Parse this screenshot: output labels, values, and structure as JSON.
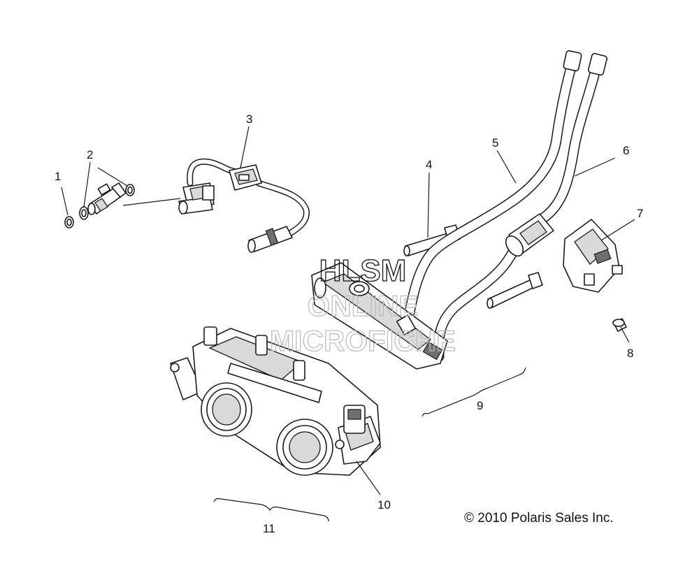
{
  "watermark": {
    "line1": "HLSM",
    "line2": "ONLINE",
    "line3": "MICROFICHE"
  },
  "copyright": "© 2010 Polaris Sales Inc.",
  "callouts": [
    {
      "number": "1",
      "part": "o-ring"
    },
    {
      "number": "2",
      "part": "injector-seals"
    },
    {
      "number": "3",
      "part": "injector-harness"
    },
    {
      "number": "4",
      "part": "fuel-rail-bolt"
    },
    {
      "number": "5",
      "part": "fuel-hose"
    },
    {
      "number": "6",
      "part": "fuel-hose-return"
    },
    {
      "number": "7",
      "part": "pressure-regulator"
    },
    {
      "number": "8",
      "part": "regulator-screw"
    },
    {
      "number": "9",
      "part": "fuel-rail-assembly"
    },
    {
      "number": "10",
      "part": "throttle-position-sensor"
    },
    {
      "number": "11",
      "part": "throttle-body-assembly"
    }
  ],
  "colors": {
    "line": "#1a1a1a",
    "shade": "#d9d9d9",
    "watermark_gray": "#bdbdbd"
  }
}
